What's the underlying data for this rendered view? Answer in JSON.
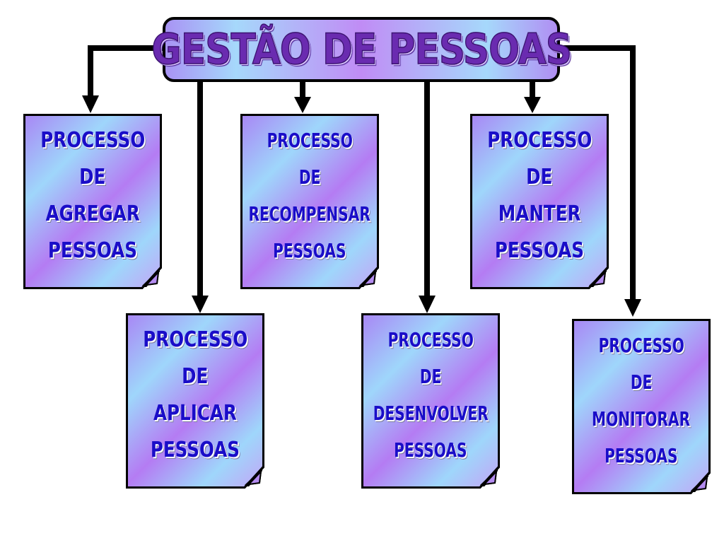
{
  "title": "GESTÃO DE PESSOAS",
  "processes": [
    {
      "id": "agregar",
      "lines": [
        "PROCESSO",
        "DE",
        "AGREGAR",
        "PESSOAS"
      ]
    },
    {
      "id": "aplicar",
      "lines": [
        "PROCESSO",
        "DE",
        "APLICAR",
        "PESSOAS"
      ]
    },
    {
      "id": "recompensar",
      "lines": [
        "PROCESSO",
        "DE",
        "RECOMPENSAR",
        "PESSOAS"
      ]
    },
    {
      "id": "desenvolver",
      "lines": [
        "PROCESSO",
        "DE",
        "DESENVOLVER",
        "PESSOAS"
      ]
    },
    {
      "id": "manter",
      "lines": [
        "PROCESSO",
        "DE",
        "MANTER",
        "PESSOAS"
      ]
    },
    {
      "id": "monitorar",
      "lines": [
        "PROCESSO",
        "DE",
        "MONITORAR",
        "PESSOAS"
      ]
    }
  ],
  "colors": {
    "title_text": "#6a2bb0",
    "doc_text": "#1a0dc8",
    "connector": "#000000"
  }
}
